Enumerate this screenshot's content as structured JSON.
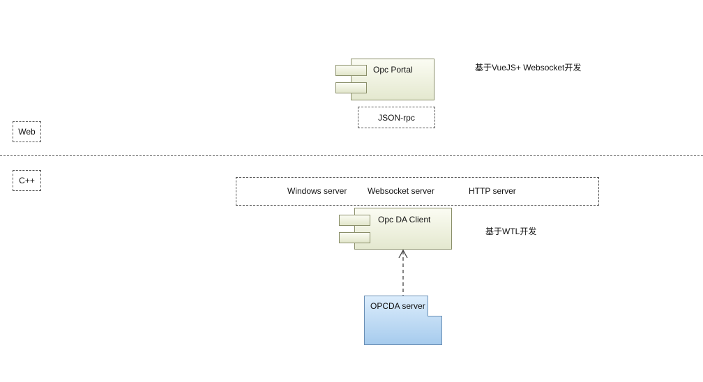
{
  "web_tag": {
    "label": "Web"
  },
  "cpp_tag": {
    "label": "C++"
  },
  "portal": {
    "title": "Opc Portal",
    "note": "基于VueJS+ Websocket开发",
    "protocol": "JSON-rpc"
  },
  "servers": {
    "items": [
      "Windows server",
      "Websocket server",
      "HTTP server"
    ]
  },
  "client": {
    "title": "Opc DA Client",
    "note": "基于WTL开发"
  },
  "opcda": {
    "title": "OPCDA server"
  },
  "colors": {
    "component_fill": "#e4e8cf",
    "component_border": "#8a8f6a",
    "opcda_fill": "#a9cdee",
    "opcda_border": "#6a8fb5",
    "dash": "#555555"
  }
}
